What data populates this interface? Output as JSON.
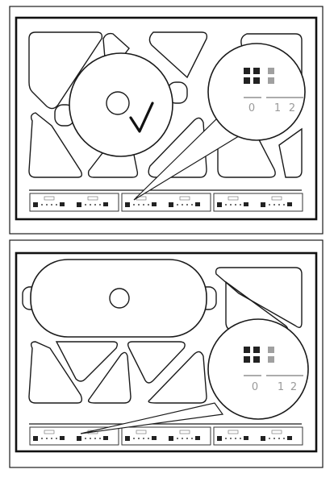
{
  "panels": [
    {
      "name": "top",
      "check_mark": "checkmark-icon",
      "zoom": {
        "labels": [
          "0",
          "1",
          "2"
        ],
        "active_level": 2
      }
    },
    {
      "name": "bottom",
      "zoom": {
        "labels": [
          "0",
          "1",
          "2"
        ],
        "active_level": 1
      }
    }
  ],
  "colors": {
    "line": "#1a1a1a",
    "gray": "#a0a0a0",
    "light_gray": "#c8c8c8",
    "label": "#9a9a9a"
  }
}
